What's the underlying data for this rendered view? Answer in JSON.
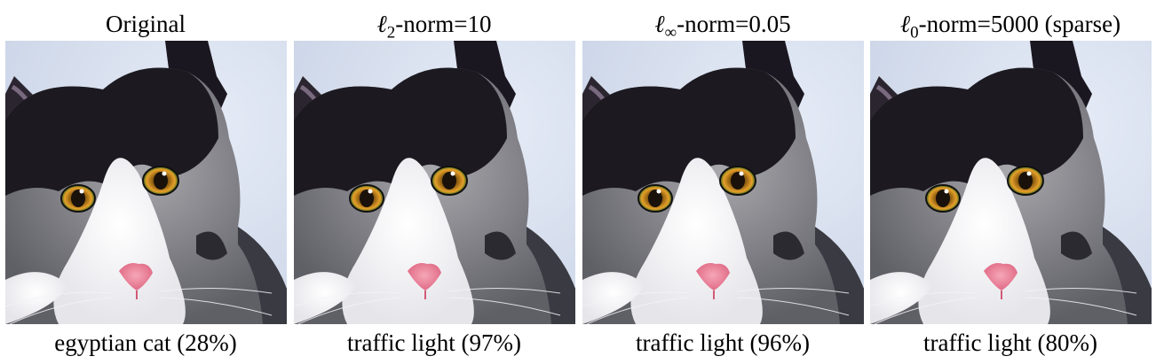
{
  "figure": {
    "panels": [
      {
        "title_prefix": "",
        "title_subscript": "",
        "title_suffix": "Original",
        "caption": "egyptian cat (28%)"
      },
      {
        "title_prefix": "ℓ",
        "title_subscript": "2",
        "title_suffix": "-norm=10",
        "caption": "traffic light (97%)"
      },
      {
        "title_prefix": "ℓ",
        "title_subscript": "∞",
        "title_suffix": "-norm=0.05",
        "caption": "traffic light (96%)"
      },
      {
        "title_prefix": "ℓ",
        "title_subscript": "0",
        "title_suffix": "-norm=5000 (sparse)",
        "caption": "traffic light (80%)"
      }
    ]
  }
}
